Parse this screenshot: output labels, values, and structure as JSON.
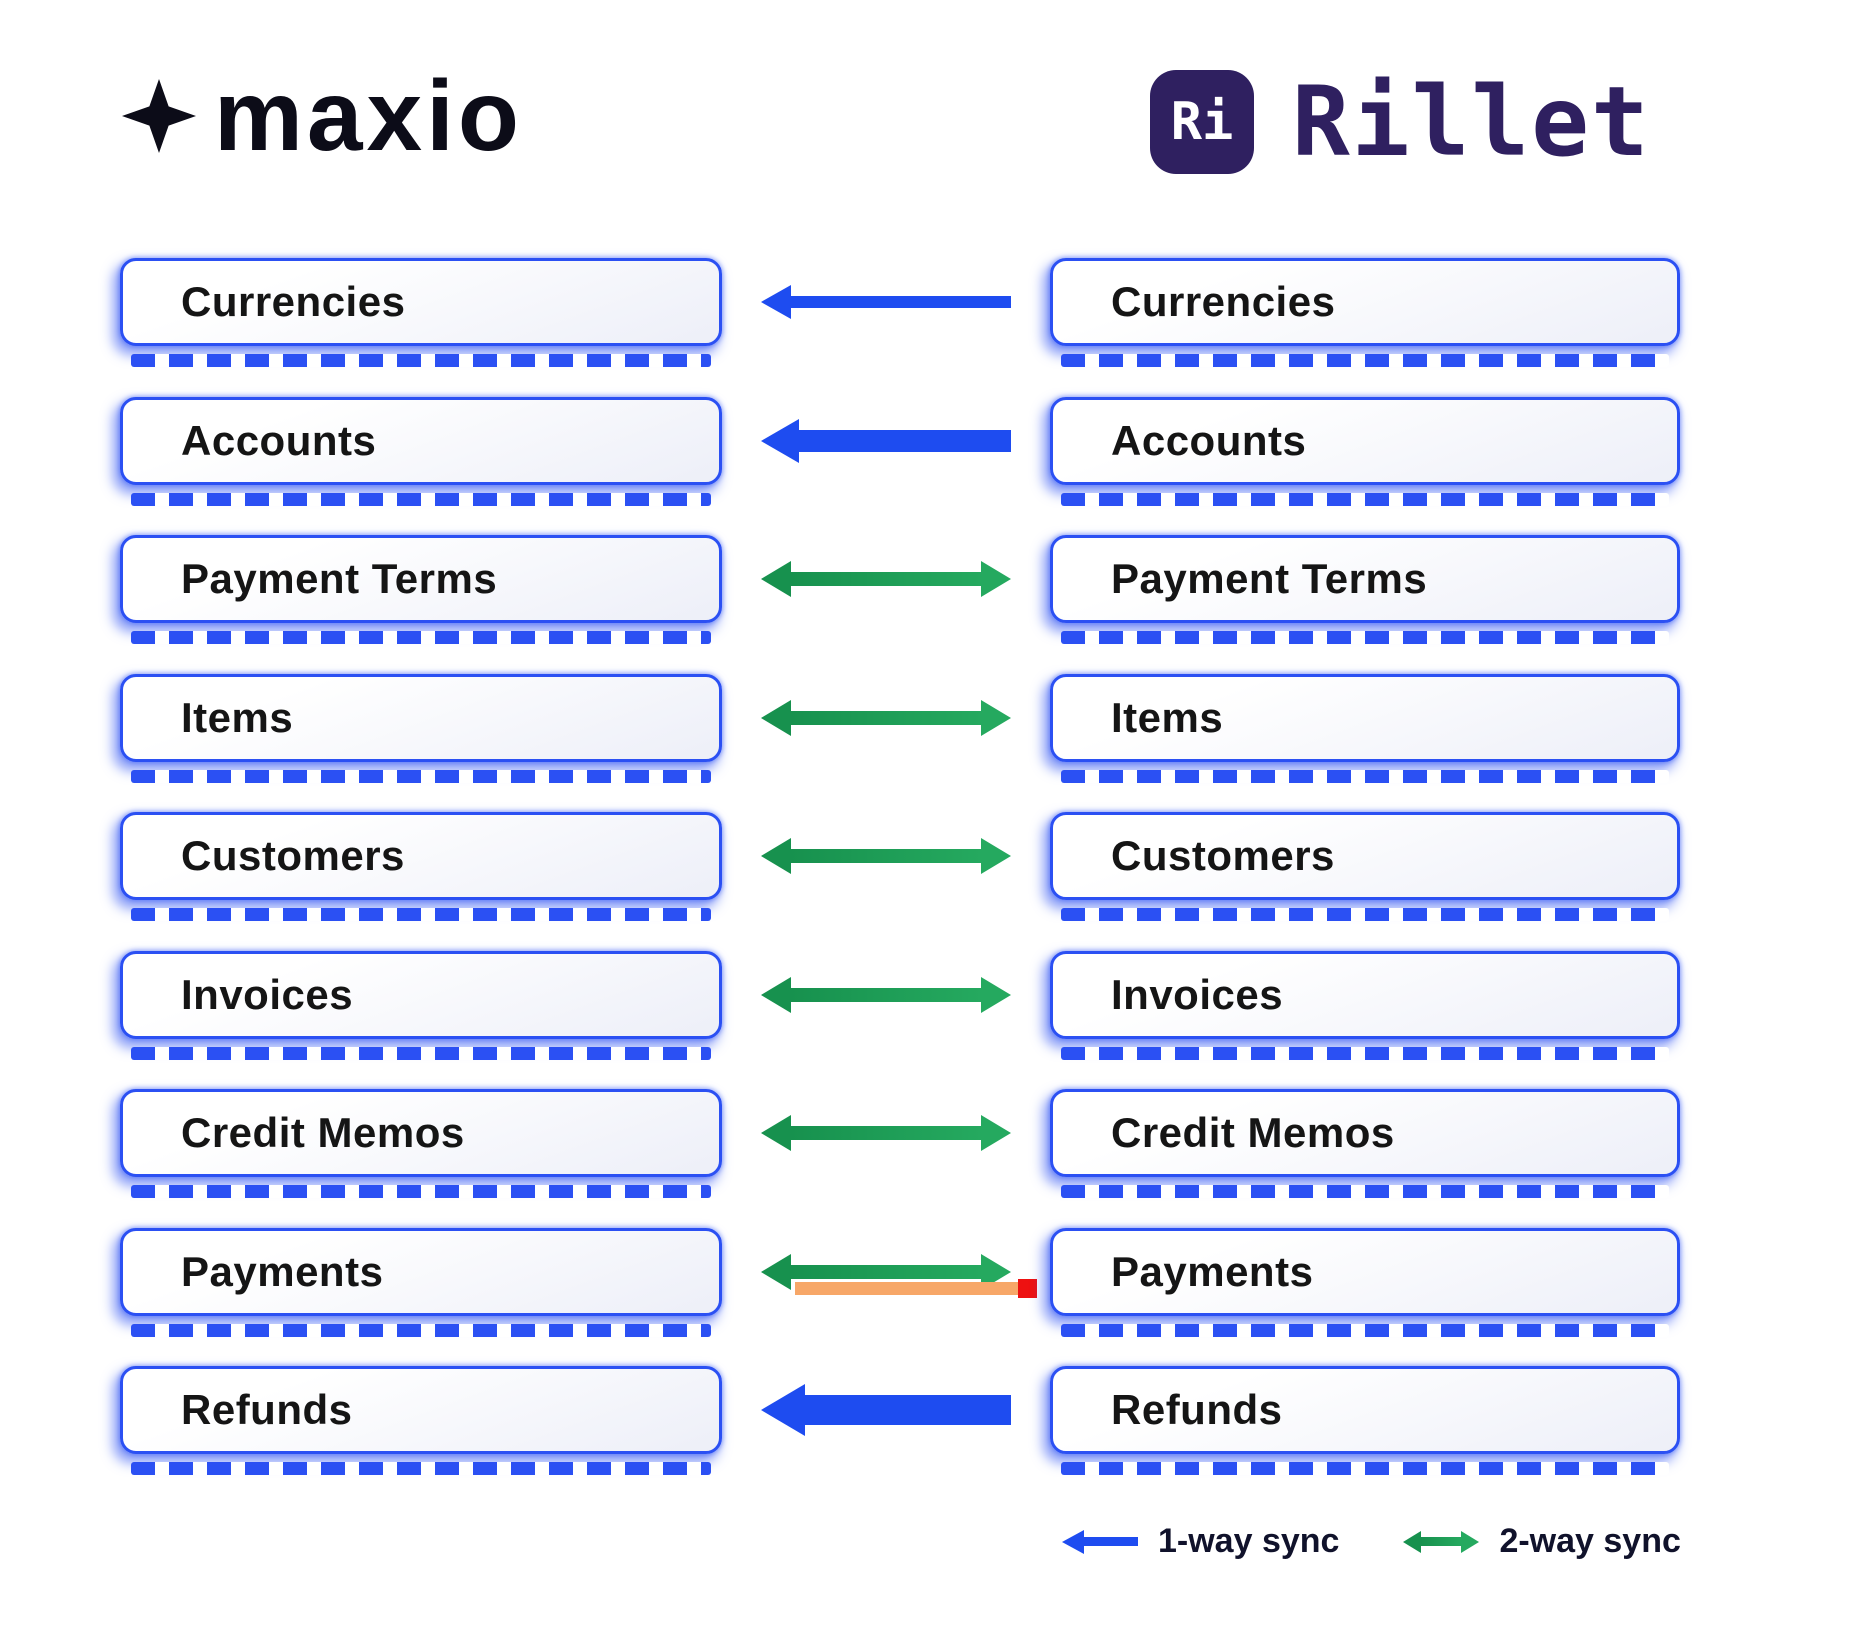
{
  "logos": {
    "maxio": {
      "wordmark": "maxio"
    },
    "rillet": {
      "badge": "Ri",
      "wordmark": "Rillet"
    }
  },
  "rows": [
    {
      "left": "Currencies",
      "right": "Currencies",
      "arrow": "one-way-left",
      "weight": "thin"
    },
    {
      "left": "Accounts",
      "right": "Accounts",
      "arrow": "one-way-left",
      "weight": "medium"
    },
    {
      "left": "Payment Terms",
      "right": "Payment Terms",
      "arrow": "two-way"
    },
    {
      "left": "Items",
      "right": "Items",
      "arrow": "two-way"
    },
    {
      "left": "Customers",
      "right": "Customers",
      "arrow": "two-way"
    },
    {
      "left": "Invoices",
      "right": "Invoices",
      "arrow": "two-way"
    },
    {
      "left": "Credit Memos",
      "right": "Credit Memos",
      "arrow": "two-way"
    },
    {
      "left": "Payments",
      "right": "Payments",
      "arrow": "two-way",
      "highlight": true
    },
    {
      "left": "Refunds",
      "right": "Refunds",
      "arrow": "one-way-left",
      "weight": "thick"
    }
  ],
  "legend": [
    {
      "arrow": "one-way-left",
      "label": "1-way sync"
    },
    {
      "arrow": "two-way",
      "label": "2-way sync"
    }
  ],
  "colors": {
    "one_way_arrow": "#1e4cf0",
    "two_way_arrow": "#1d9a52",
    "highlight_bar": "#f7a768",
    "highlight_cap": "#ee1111",
    "box_border": "#2b50f3",
    "rillet_purple": "#2f2060",
    "maxio_dark": "#0c0c18"
  }
}
